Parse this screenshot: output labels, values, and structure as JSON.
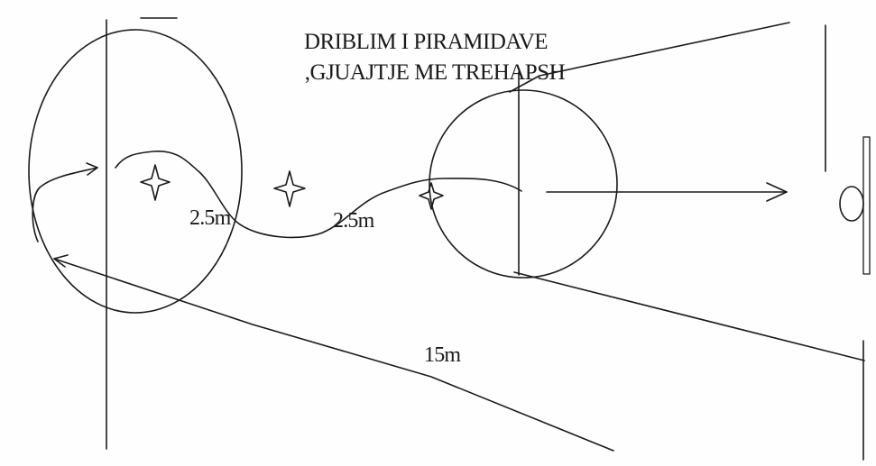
{
  "diagram": {
    "title_line_1": "DRIBLIM I PIRAMIDAVE",
    "title_line_2": ",GJUAJTJE ME TREHAPSH",
    "labels": {
      "distance_left": "2.5m",
      "distance_middle": "2.5m",
      "distance_total": "15m"
    },
    "icons": {
      "cone": "four-point-star",
      "basket": "hoop-ring",
      "path": "dribble-path-arrow"
    },
    "colors": {
      "ink": "#1a1a1a",
      "background": "#fefefe"
    }
  }
}
